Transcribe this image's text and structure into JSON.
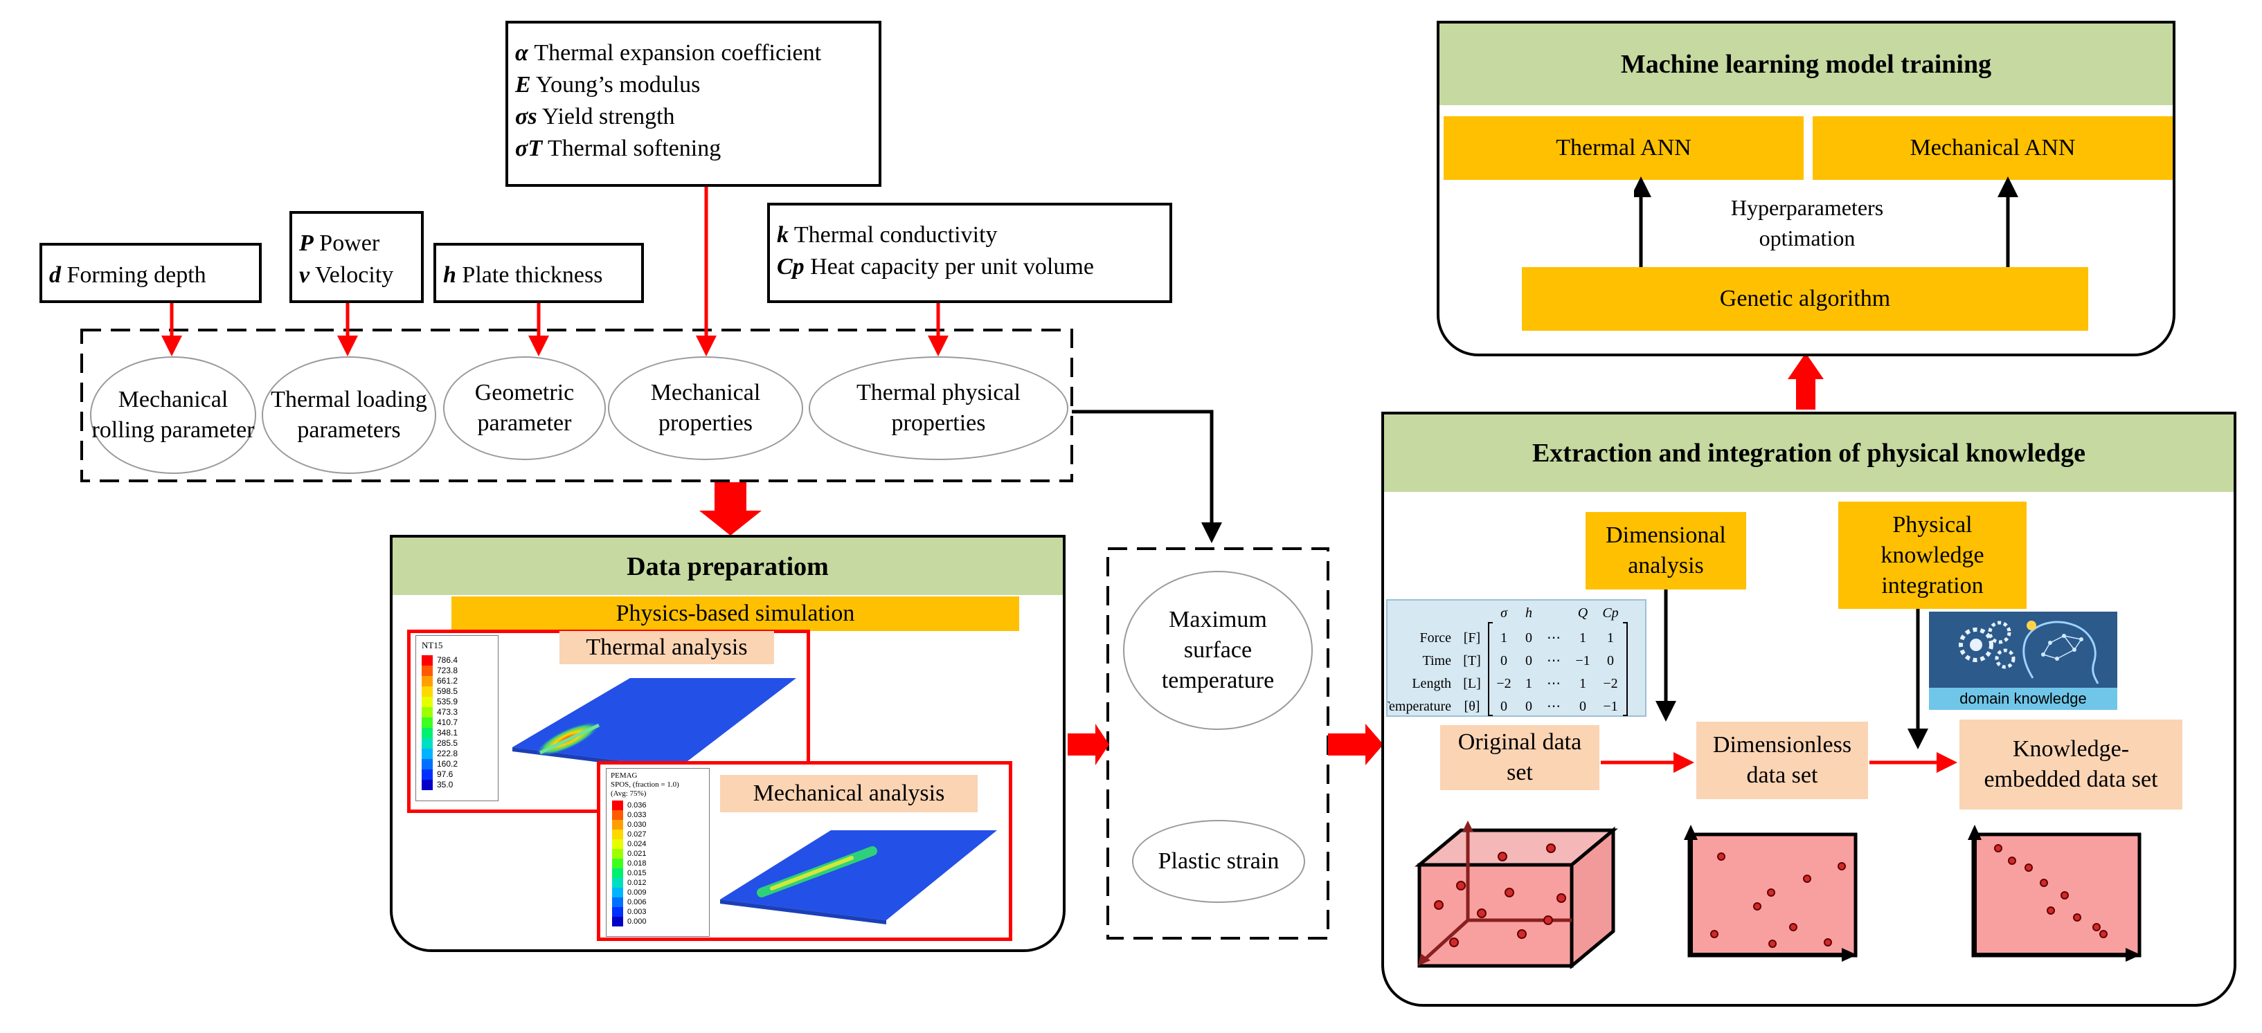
{
  "params": {
    "forming_depth": {
      "sym": "d",
      "label": "Forming depth"
    },
    "power": {
      "sym": "P",
      "label": "Power"
    },
    "velocity": {
      "sym": "v",
      "label": "Velocity"
    },
    "plate_thickness": {
      "sym": "h",
      "label": "Plate thickness"
    },
    "thermal_expansion": {
      "sym": "α",
      "label": "Thermal expansion coefficient"
    },
    "youngs_modulus": {
      "sym": "E",
      "label": "Young’s modulus"
    },
    "yield_strength": {
      "sym": "σs",
      "label": "Yield strength"
    },
    "thermal_softening": {
      "sym": "σT",
      "label": "Thermal softening"
    },
    "thermal_conductivity": {
      "sym": "k",
      "label": "Thermal conductivity"
    },
    "heat_capacity": {
      "sym": "Cp",
      "label": "Heat capacity per unit volume"
    }
  },
  "groups": {
    "mechanical_rolling": "Mechanical rolling parameter",
    "thermal_loading": "Thermal loading parameters",
    "geometric": "Geometric parameter",
    "mechanical_properties": "Mechanical properties",
    "thermal_physical": "Thermal physical properties"
  },
  "data_prep": {
    "title": "Data preparatiom",
    "simulation": "Physics-based simulation",
    "thermal_analysis": "Thermal analysis",
    "mechanical_analysis": "Mechanical analysis",
    "thermal_legend": {
      "title": "NT15",
      "values": [
        "786.4",
        "723.8",
        "661.2",
        "598.5",
        "535.9",
        "473.3",
        "410.7",
        "348.1",
        "285.5",
        "222.8",
        "160.2",
        "97.6",
        "35.0"
      ]
    },
    "mech_legend": {
      "title_lines": [
        "PEMAG",
        "SPOS, (fraction = 1.0)",
        "(Avg: 75%)"
      ],
      "values": [
        "0.036",
        "0.033",
        "0.030",
        "0.027",
        "0.024",
        "0.021",
        "0.018",
        "0.015",
        "0.012",
        "0.009",
        "0.006",
        "0.003",
        "0.000"
      ]
    }
  },
  "outputs": {
    "max_temp": "Maximum surface temperature",
    "plastic_strain": "Plastic strain"
  },
  "ml": {
    "title": "Machine learning model training",
    "thermal_ann": "Thermal ANN",
    "mechanical_ann": "Mechanical ANN",
    "hyperparams": "Hyperparameters optimation",
    "genetic": "Genetic algorithm"
  },
  "extraction": {
    "title": "Extraction and integration of physical knowledge",
    "dimensional_analysis": "Dimensional analysis",
    "physical_integration": "Physical knowledge integration",
    "domain_knowledge": "domain knowledge",
    "original": "Original data set",
    "dimensionless": "Dimensionless data set",
    "knowledge_embedded": "Knowledge-embedded data set",
    "matrix": {
      "col_headers": [
        "σ",
        "h",
        "",
        "Q",
        "Cp"
      ],
      "rows": [
        {
          "name": "Force",
          "dim": "[F]",
          "vals": [
            "1",
            "0",
            "⋯",
            "1",
            "1"
          ]
        },
        {
          "name": "Time",
          "dim": "[T]",
          "vals": [
            "0",
            "0",
            "⋯",
            "−1",
            "0"
          ]
        },
        {
          "name": "Length",
          "dim": "[L]",
          "vals": [
            "−2",
            "1",
            "⋯",
            "1",
            "−2"
          ]
        },
        {
          "name": "Temperature",
          "dim": "[θ]",
          "vals": [
            "0",
            "0",
            "⋯",
            "0",
            "−1"
          ]
        }
      ]
    }
  },
  "colors": {
    "green_band": "#c5d9a0",
    "orange": "#fec000",
    "peach": "#fbd4b4",
    "red_arrow": "#ff0000",
    "plot_fill": "#f8a0a0",
    "blue_table": "#d6e8f2"
  }
}
